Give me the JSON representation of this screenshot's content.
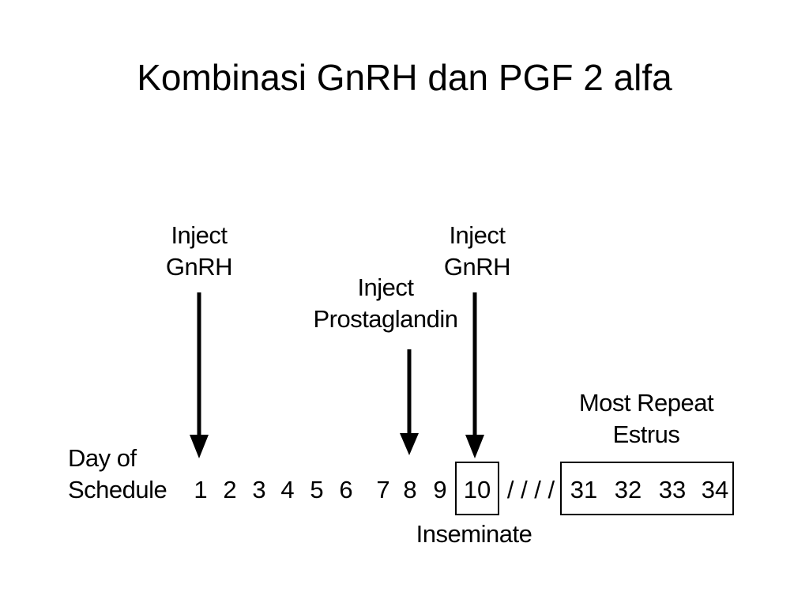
{
  "title": "Kombinasi GnRH dan PGF 2 alfa",
  "annotations": {
    "inject_gnrh_1": {
      "line1": "Inject",
      "line2": "GnRH"
    },
    "inject_prostaglandin": {
      "line1": "Inject",
      "line2": "Prostaglandin"
    },
    "inject_gnrh_2": {
      "line1": "Inject",
      "line2": "GnRH"
    },
    "most_repeat_estrus": {
      "line1": "Most Repeat",
      "line2": "Estrus"
    },
    "inseminate": "Inseminate"
  },
  "schedule": {
    "label_line1": "Day of",
    "label_line2": "Schedule",
    "days_early": [
      "1",
      "2",
      "3",
      "4",
      "5",
      "6",
      "7",
      "8",
      "9"
    ],
    "day_inseminate": "10",
    "gap_marks": "/ / / /",
    "days_late": [
      "31",
      "32",
      "33",
      "34"
    ]
  }
}
